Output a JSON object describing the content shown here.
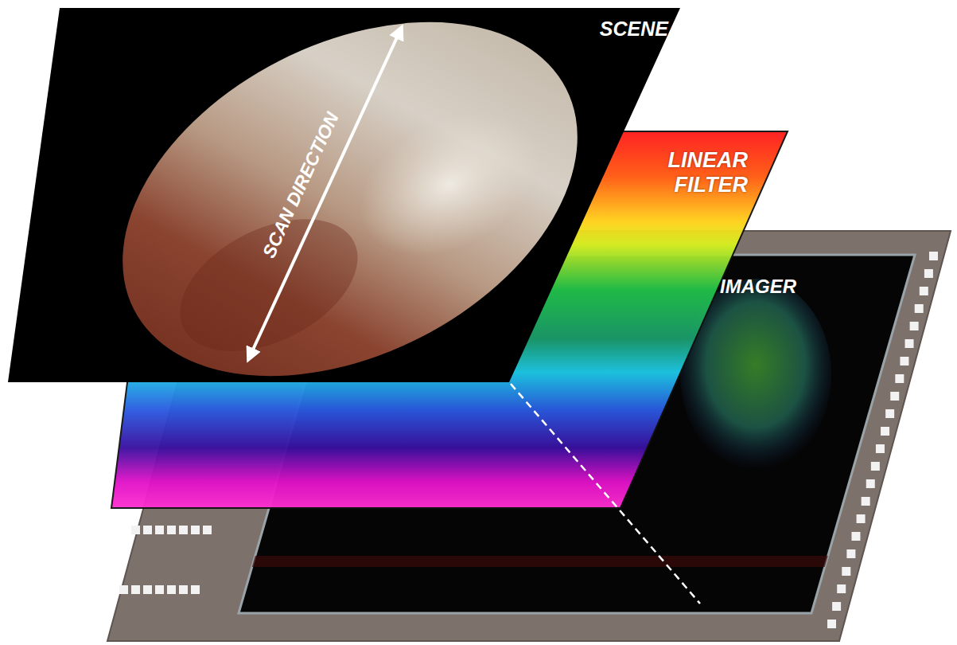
{
  "diagram": {
    "nodes": [
      {
        "text": [
          "SCENE"
        ]
      },
      {
        "text": [
          "LINEAR FILTER"
        ]
      },
      {
        "text": [
          "IMAGER"
        ]
      }
    ],
    "labels": [
      "SCAN DIRECTION"
    ]
  }
}
